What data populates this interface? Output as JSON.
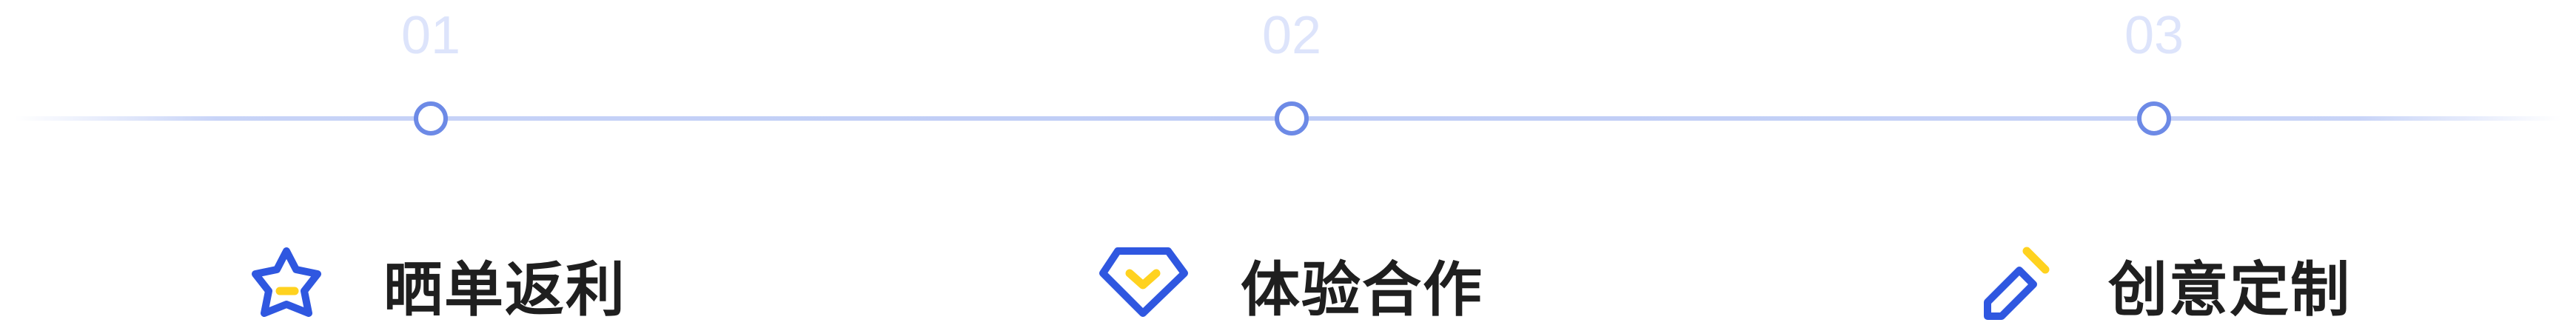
{
  "steps": [
    {
      "number": "01",
      "label": "晒单返利",
      "icon": "star-icon"
    },
    {
      "number": "02",
      "label": "体验合作",
      "icon": "diamond-icon"
    },
    {
      "number": "03",
      "label": "创意定制",
      "icon": "pencil-icon"
    }
  ],
  "colors": {
    "primary_blue": "#2f57e0",
    "accent_yellow": "#ffd21f",
    "node_ring": "#6d8ae6",
    "track": "#becdf6",
    "step_number": "#dde4fb",
    "label_text": "#1f1f1f"
  }
}
